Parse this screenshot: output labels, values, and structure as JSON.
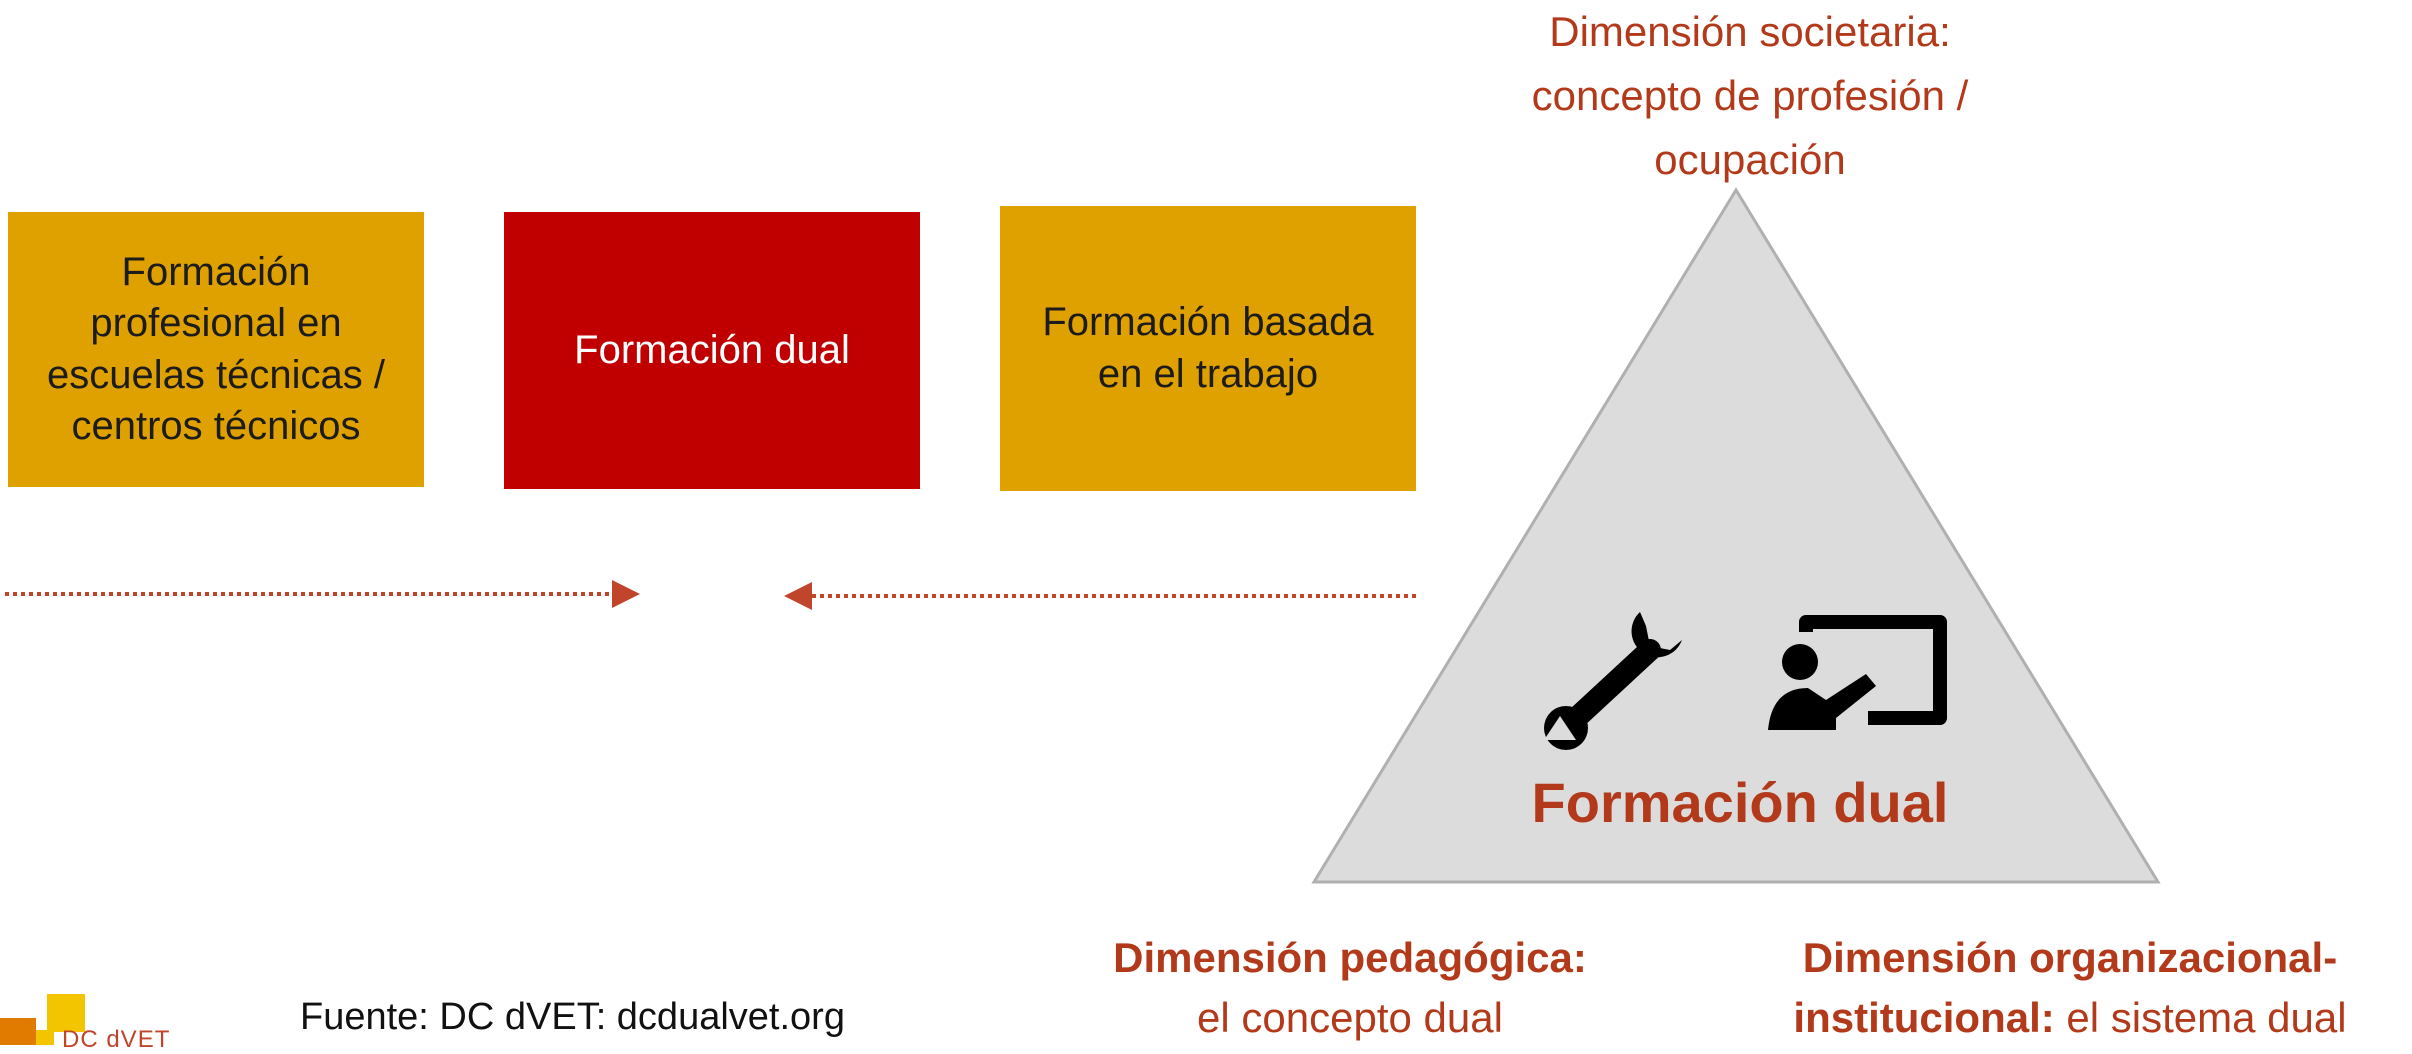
{
  "boxes": {
    "school": [
      "Formación",
      "profesional en",
      "escuelas técnicas /",
      "centros técnicos"
    ],
    "dual": "Formación dual",
    "work": [
      "Formación basada",
      "en el trabajo"
    ]
  },
  "triangle": {
    "title": "Formación dual",
    "icons": [
      "wrench-icon",
      "teacher-board-icon"
    ]
  },
  "dimensions": {
    "societal": [
      "Dimensión societaria:",
      "concepto de profesión /",
      "ocupación"
    ],
    "pedagogical": {
      "bold": "Dimensión pedagógica:",
      "rest": "el concepto dual"
    },
    "organizational": {
      "bold_line1": "Dimensión organizacional-",
      "bold_line2": "institucional:",
      "rest": " el sistema dual"
    }
  },
  "source": "Fuente: DC dVET: dcdualvet.org",
  "logo": {
    "text": "DC dVET"
  },
  "colors": {
    "gold": "#DFA100",
    "red": "#C00000",
    "accent_text": "#B23A1B",
    "triangle": "#DCDCDC"
  }
}
